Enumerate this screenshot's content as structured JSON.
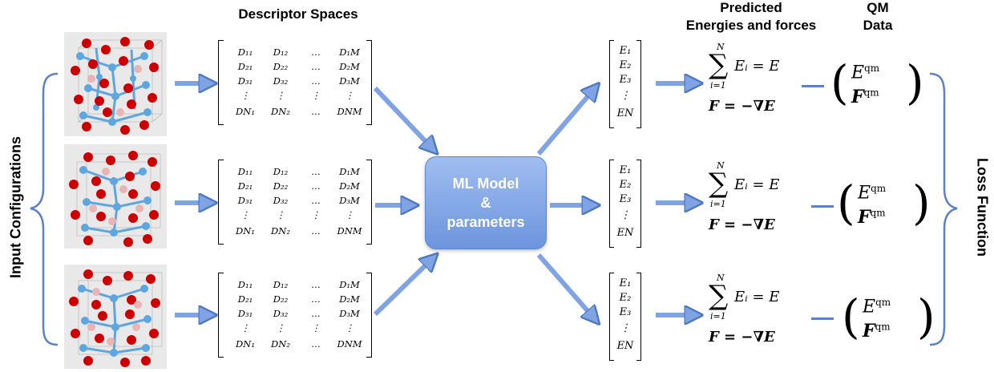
{
  "headers": {
    "descriptor_spaces": "Descriptor Spaces",
    "predicted_line1": "Predicted",
    "predicted_line2": "Energies and forces",
    "qm_line1": "QM",
    "qm_line2": "Data"
  },
  "side_labels": {
    "left": "Input Configurations",
    "right": "Loss Function"
  },
  "ml_model": {
    "line1": "ML Model",
    "line2": "&",
    "line3": "parameters"
  },
  "descriptor_matrix": {
    "rows": [
      [
        "D₁₁",
        "D₁₂",
        "…",
        "D₁M"
      ],
      [
        "D₂₁",
        "D₂₂",
        "…",
        "D₂M"
      ],
      [
        "D₃₁",
        "D₃₂",
        "…",
        "D₃M"
      ],
      [
        "⋮",
        "⋮",
        "⋮",
        "⋮"
      ],
      [
        "DN₁",
        "DN₂",
        "…",
        "DNM"
      ]
    ]
  },
  "energy_vector": [
    "E₁",
    "E₂",
    "E₃",
    "⋮",
    "EN"
  ],
  "equation": {
    "sum_upper": "N",
    "sum_lower": "i=1",
    "sum_body": "Eᵢ = E",
    "force": "F = −∇E"
  },
  "qm_vector": {
    "energy": "E",
    "force": "F",
    "superscript": "qm"
  },
  "colors": {
    "arrow": "#7fa3e3",
    "arrow_edge": "#4f78c0",
    "oxygen_atom": "#cc0000",
    "metal_atom": "#5ea6e0",
    "dopant_atom": "#e8b4b4"
  }
}
